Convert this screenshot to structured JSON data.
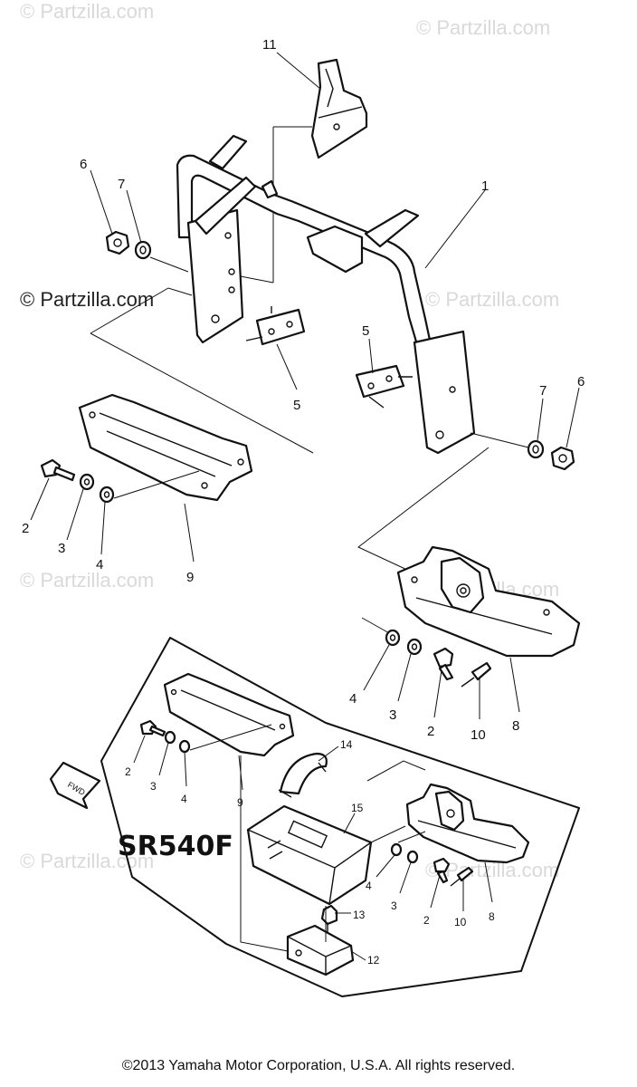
{
  "watermarks": {
    "text": "© Partzilla.com",
    "prominent": "© Partzilla.com"
  },
  "model_label": "SR540F",
  "fwd_label": "FWD",
  "callouts": {
    "c1": "1",
    "c2a": "2",
    "c2b": "2",
    "c2c": "2",
    "c2d": "2",
    "c3a": "3",
    "c3b": "3",
    "c3c": "3",
    "c3d": "3",
    "c4a": "4",
    "c4b": "4",
    "c4c": "4",
    "c4d": "4",
    "c5a": "5",
    "c5b": "5",
    "c6a": "6",
    "c6b": "6",
    "c7a": "7",
    "c7b": "7",
    "c8a": "8",
    "c8b": "8",
    "c9a": "9",
    "c9b": "9",
    "c10a": "10",
    "c10b": "10",
    "c11": "11",
    "c12": "12",
    "c13": "13",
    "c14": "14",
    "c15": "15"
  },
  "copyright": "©2013 Yamaha Motor Corporation, U.S.A. All rights reserved."
}
